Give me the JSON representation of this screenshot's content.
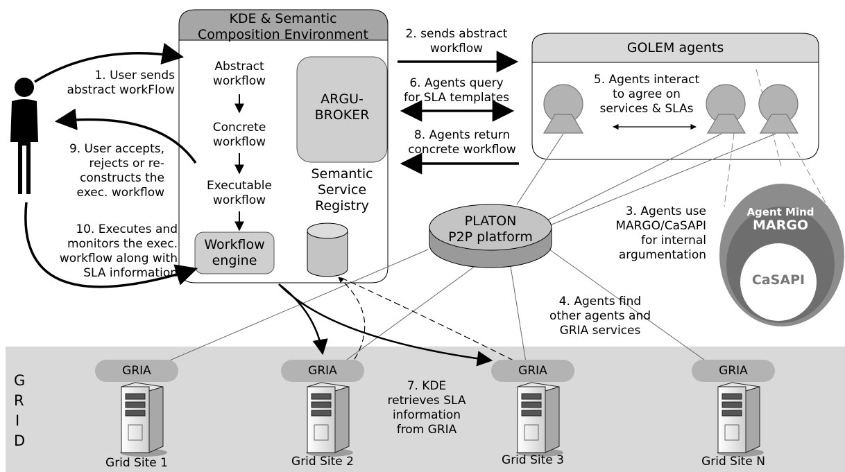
{
  "kde_box": {
    "title": "KDE & Semantic\nComposition Environment",
    "steps": [
      "Abstract\nworkflow",
      "Concrete\nworkflow",
      "Executable\nworkflow"
    ],
    "engine": "Workflow\nengine",
    "broker": "ARGU-\nBROKER",
    "registry": "Semantic\nService\nRegistry"
  },
  "golem_box": {
    "title": "GOLEM agents"
  },
  "platon": "PLATON\nP2P platform",
  "agent_mind": {
    "title": "Agent Mind",
    "outer": "MARGO",
    "inner": "CaSAPI"
  },
  "messages": {
    "m1": "1. User sends\nabstract workFlow",
    "m2": "2. sends abstract\nworkflow",
    "m3": "3. Agents use\nMARGO/CaSAPI\nfor internal\nargumentation",
    "m4": "4. Agents find\nother agents and\nGRIA services",
    "m5": "5. Agents interact\nto agree on\nservices & SLAs",
    "m6": "6. Agents query\nfor SLA templates",
    "m7": "7. KDE\nretrieves SLA\ninformation\nfrom GRIA",
    "m8": "8. Agents return\nconcrete workflow",
    "m9": "9. User accepts,\nrejects or re-\nconstructs the\nexec. workflow",
    "m10": "10. Executes and\nmonitors the exec.\nworkflow along with\nSLA information"
  },
  "grid": {
    "letters": [
      "G",
      "R",
      "I",
      "D"
    ],
    "service_label": "GRIA",
    "sites": [
      "Grid Site 1",
      "Grid Site 2",
      "Grid Site 3",
      "Grid Site N"
    ]
  },
  "colors": {
    "box_header": "#a6a6a6",
    "grid_band": "#d9d9d9",
    "pill": "#b3b3b3",
    "agent": "#b3b3b3",
    "mind_outer": "#8c8c8c",
    "mind_mid": "#6e6e6e",
    "inner_box": "#cfcfcf"
  }
}
